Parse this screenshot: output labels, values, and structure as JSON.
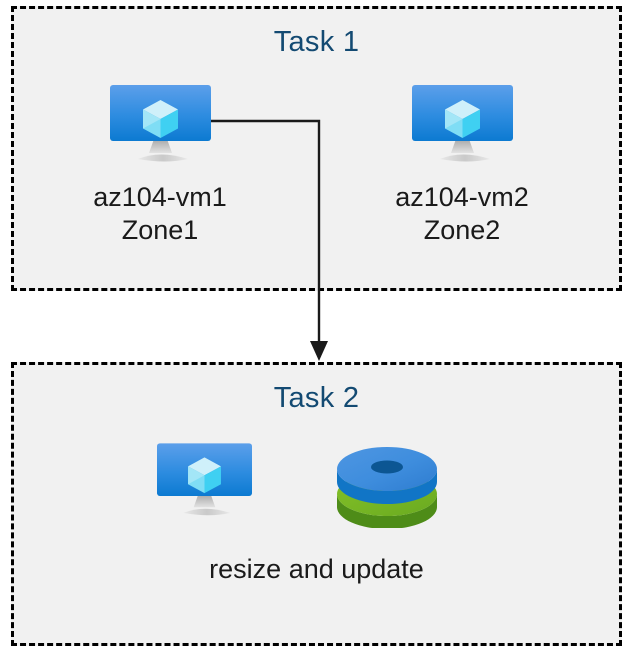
{
  "diagram": {
    "title_color": "#134A72",
    "box_fill": "#F1F1F1",
    "box_border_color": "#000000",
    "connector_color": "#1A1A1A",
    "groups": [
      {
        "id": "task1",
        "title": "Task 1",
        "nodes": [
          {
            "icon": "virtual-machine-icon",
            "name": "az104-vm1",
            "zone": "Zone1"
          },
          {
            "icon": "virtual-machine-icon",
            "name": "az104-vm2",
            "zone": "Zone2"
          }
        ]
      },
      {
        "id": "task2",
        "title": "Task 2",
        "icons": [
          {
            "icon": "virtual-machine-icon"
          },
          {
            "icon": "disks-icon"
          }
        ],
        "caption": "resize and update"
      }
    ],
    "connector": {
      "from": "az104-vm1",
      "to": "task2",
      "arrow": "down-arrow-icon"
    }
  }
}
